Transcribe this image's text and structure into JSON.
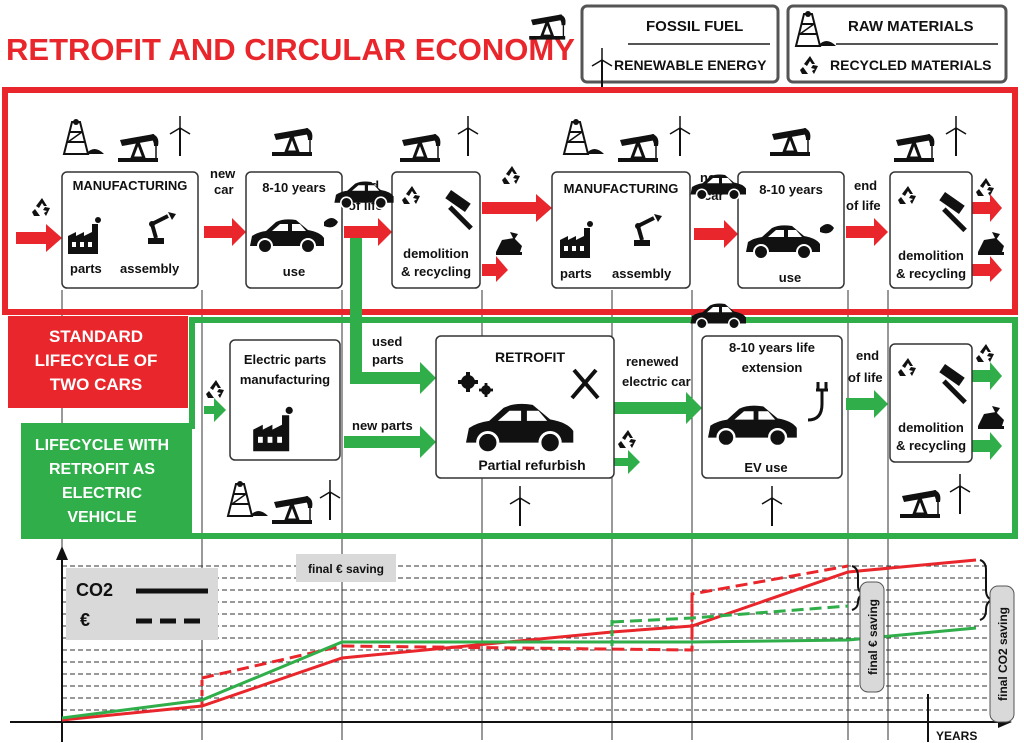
{
  "title": "RETROFIT AND CIRCULAR ECONOMY",
  "legend1": {
    "fossil": "FOSSIL FUEL",
    "renewable": "RENEWABLE ENERGY"
  },
  "legend2": {
    "raw": "RAW MATERIALS",
    "recycled": "RECYCLED MATERIALS"
  },
  "standard": {
    "label": [
      "STANDARD",
      "LIFECYCLE OF",
      "TWO CARS"
    ],
    "manufacturing": "MANUFACTURING",
    "parts": "parts",
    "assembly": "assembly",
    "new_car": [
      "new",
      "car"
    ],
    "years": "8-10 years",
    "use": "use",
    "end_of_life": [
      "end",
      "of life"
    ],
    "demolition": [
      "demolition",
      "& recycling"
    ]
  },
  "retrofit": {
    "label": [
      "LIFECYCLE WITH",
      "RETROFIT  AS",
      "ELECTRIC",
      "VEHICLE"
    ],
    "elec_parts": [
      "Electric parts",
      "manufacturing"
    ],
    "used_parts": [
      "used",
      "parts"
    ],
    "new_parts": "new parts",
    "retrofit_title": "RETROFIT",
    "partial": "Partial refurbish",
    "renewed": [
      "renewed",
      "electric car"
    ],
    "extension": [
      "8-10 years life",
      "extension"
    ],
    "ev_use": "EV use",
    "end_of_life": [
      "end",
      "of life"
    ],
    "demolition": [
      "demolition",
      "& recycling"
    ]
  },
  "graph": {
    "legend_co2": "CO2",
    "legend_euro": "€",
    "final_saving_top": "final € saving",
    "final_euro_saving": "final € saving",
    "final_co2_saving": "final CO2 saving",
    "years_label": "YEARS"
  },
  "colors": {
    "red": "#e8262b",
    "green": "#2fae4a",
    "grey": "#555555"
  }
}
